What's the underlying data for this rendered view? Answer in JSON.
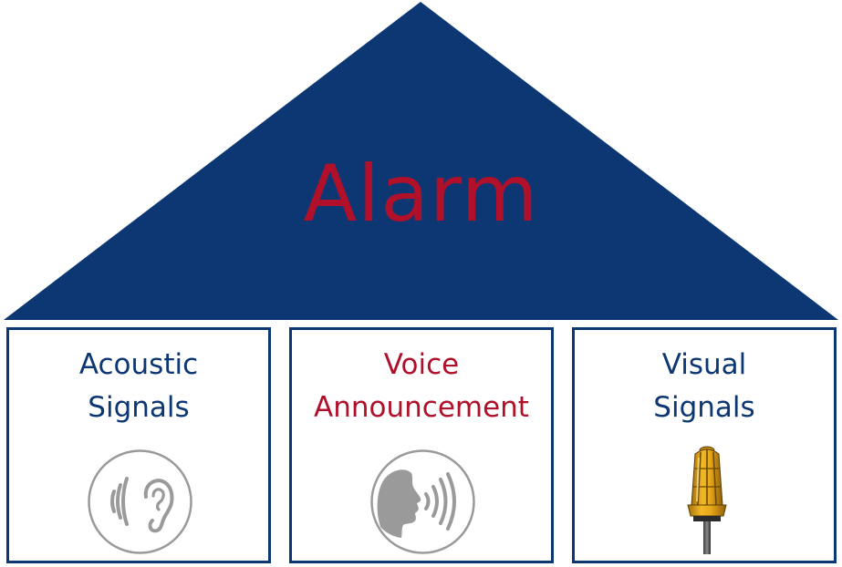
{
  "roof": {
    "title": "Alarm",
    "color": "#0d3773",
    "title_color": "#b0102a"
  },
  "pillars": [
    {
      "line1": "Acoustic",
      "line2": "Signals",
      "text_color": "#0d3773",
      "icon": "ear-with-sound-waves-icon"
    },
    {
      "line1": "Voice",
      "line2": "Announcement",
      "text_color": "#b0102a",
      "icon": "speaking-head-icon"
    },
    {
      "line1": "Visual",
      "line2": "Signals",
      "text_color": "#0d3773",
      "icon": "beacon-light-icon"
    }
  ]
}
